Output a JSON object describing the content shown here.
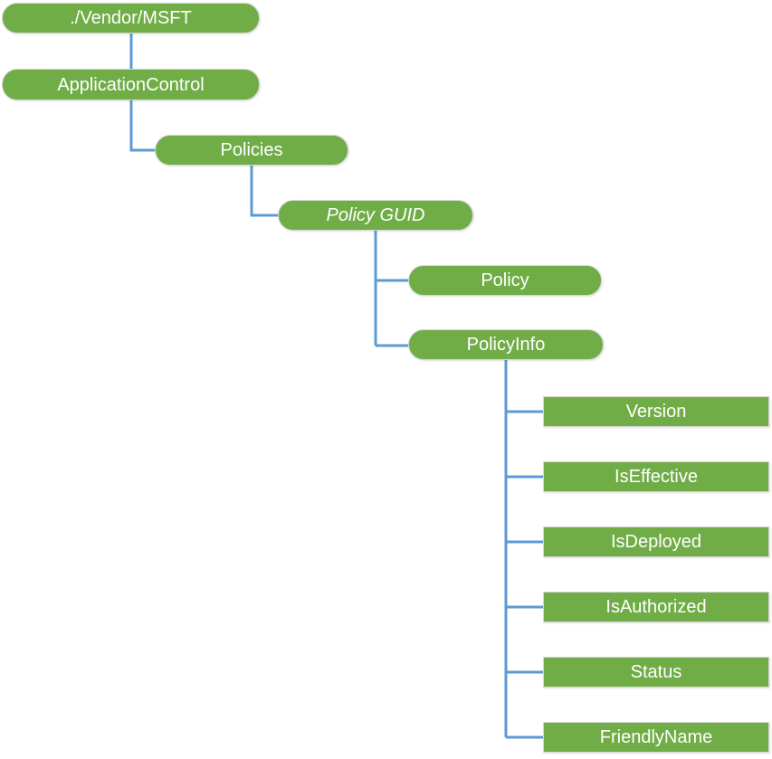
{
  "diagram": {
    "type": "tree",
    "colors": {
      "node_fill": "#70AD47",
      "node_text": "#FFFFFF",
      "connector": "#5B9BD5"
    },
    "nodes": [
      {
        "label": "./Vendor/MSFT",
        "shape": "pill",
        "italic": false
      },
      {
        "label": "ApplicationControl",
        "shape": "pill",
        "italic": false
      },
      {
        "label": "Policies",
        "shape": "pill",
        "italic": false
      },
      {
        "label": "Policy GUID",
        "shape": "pill",
        "italic": true
      },
      {
        "label": "Policy",
        "shape": "pill",
        "italic": false
      },
      {
        "label": "PolicyInfo",
        "shape": "pill",
        "italic": false
      },
      {
        "label": "Version",
        "shape": "rect",
        "italic": false
      },
      {
        "label": "IsEffective",
        "shape": "rect",
        "italic": false
      },
      {
        "label": "IsDeployed",
        "shape": "rect",
        "italic": false
      },
      {
        "label": "IsAuthorized",
        "shape": "rect",
        "italic": false
      },
      {
        "label": "Status",
        "shape": "rect",
        "italic": false
      },
      {
        "label": "FriendlyName",
        "shape": "rect",
        "italic": false
      }
    ],
    "hierarchy": {
      "./Vendor/MSFT": [
        "ApplicationControl"
      ],
      "ApplicationControl": [
        "Policies"
      ],
      "Policies": [
        "Policy GUID"
      ],
      "Policy GUID": [
        "Policy",
        "PolicyInfo"
      ],
      "PolicyInfo": [
        "Version",
        "IsEffective",
        "IsDeployed",
        "IsAuthorized",
        "Status",
        "FriendlyName"
      ]
    }
  }
}
